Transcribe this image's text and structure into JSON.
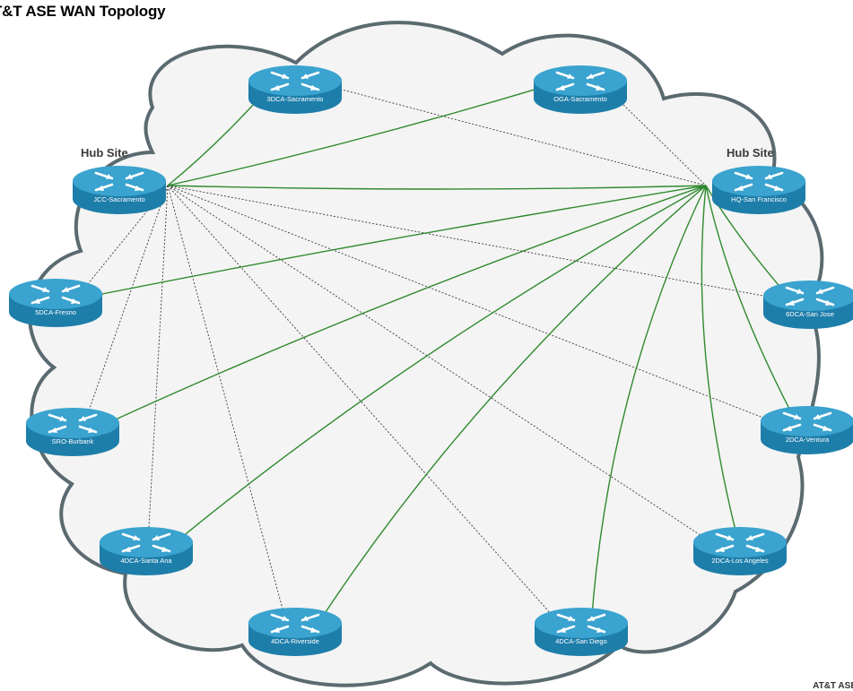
{
  "title": "T&T ASE WAN Topology",
  "corner_text": "AT&T ASE",
  "colors": {
    "cloud_fill": "#f4f4f4",
    "cloud_edge": "#5a6a70",
    "router_top": "#3aa3cf",
    "router_side": "#1e7eaa",
    "green_link": "#2f8a2f",
    "dotted_link": "#3a3a3a"
  },
  "hub_sites": [
    {
      "label": "Hub Site",
      "router": "JCC-Sacramento"
    },
    {
      "label": "Hub Site",
      "router": "HQ-San Francisco"
    }
  ],
  "routers": [
    {
      "id": "3DCA-Sacramento",
      "label": "3DCA-Sacramento",
      "icon": "router-icon"
    },
    {
      "id": "OGA-Sacramento",
      "label": "OGA-Sacramento",
      "icon": "router-icon"
    },
    {
      "id": "JCC-Sacramento",
      "label": "JCC-Sacramento",
      "icon": "router-icon"
    },
    {
      "id": "HQ-San Francisco",
      "label": "HQ-San Francisco",
      "icon": "router-icon"
    },
    {
      "id": "5DCA-Fresno",
      "label": "5DCA-Fresno",
      "icon": "router-icon"
    },
    {
      "id": "6DCA-San Jose",
      "label": "6DCA-San Jose",
      "icon": "router-icon"
    },
    {
      "id": "SRO-Burbank",
      "label": "SRO-Burbank",
      "icon": "router-icon"
    },
    {
      "id": "2DCA-Ventura",
      "label": "2DCA-Ventura",
      "icon": "router-icon"
    },
    {
      "id": "4DCA-Santa Ana",
      "label": "4DCA-Santa Ana",
      "icon": "router-icon"
    },
    {
      "id": "2DCA-Los Angeles",
      "label": "2DCA-Los Angeles",
      "icon": "router-icon"
    },
    {
      "id": "4DCA-Riverside",
      "label": "4DCA-Riverside",
      "icon": "router-icon"
    },
    {
      "id": "4DCA-San Diego",
      "label": "4DCA-San Diego",
      "icon": "router-icon"
    }
  ],
  "green_links": [
    [
      "JCC-Sacramento",
      "HQ-San Francisco"
    ],
    [
      "JCC-Sacramento",
      "3DCA-Sacramento"
    ],
    [
      "JCC-Sacramento",
      "OGA-Sacramento"
    ],
    [
      "HQ-San Francisco",
      "5DCA-Fresno"
    ],
    [
      "HQ-San Francisco",
      "SRO-Burbank"
    ],
    [
      "HQ-San Francisco",
      "4DCA-Santa Ana"
    ],
    [
      "HQ-San Francisco",
      "4DCA-Riverside"
    ],
    [
      "HQ-San Francisco",
      "4DCA-San Diego"
    ],
    [
      "HQ-San Francisco",
      "2DCA-Los Angeles"
    ],
    [
      "HQ-San Francisco",
      "2DCA-Ventura"
    ],
    [
      "HQ-San Francisco",
      "6DCA-San Jose"
    ]
  ],
  "dotted_links": [
    [
      "3DCA-Sacramento",
      "HQ-San Francisco"
    ],
    [
      "OGA-Sacramento",
      "HQ-San Francisco"
    ],
    [
      "JCC-Sacramento",
      "5DCA-Fresno"
    ],
    [
      "JCC-Sacramento",
      "SRO-Burbank"
    ],
    [
      "JCC-Sacramento",
      "4DCA-Santa Ana"
    ],
    [
      "JCC-Sacramento",
      "4DCA-Riverside"
    ],
    [
      "JCC-Sacramento",
      "4DCA-San Diego"
    ],
    [
      "JCC-Sacramento",
      "2DCA-Los Angeles"
    ],
    [
      "JCC-Sacramento",
      "2DCA-Ventura"
    ],
    [
      "JCC-Sacramento",
      "6DCA-San Jose"
    ]
  ]
}
